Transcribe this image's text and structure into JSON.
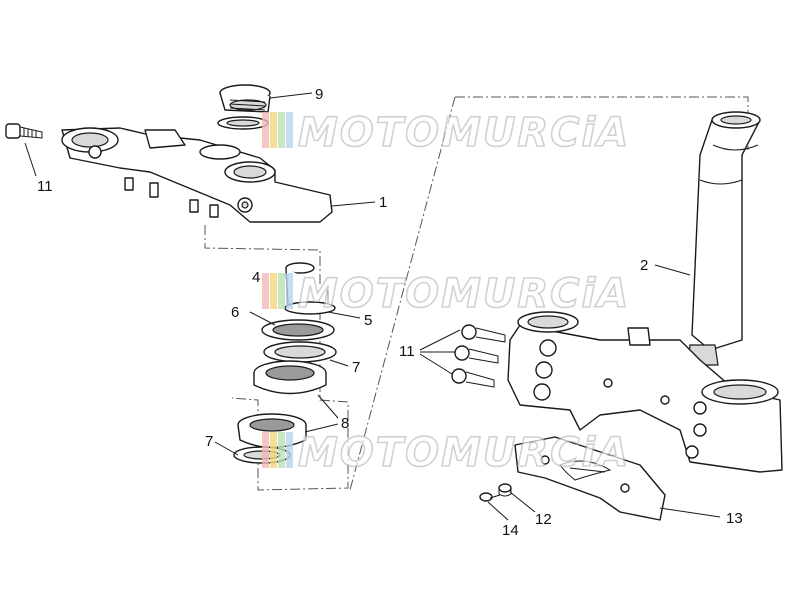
{
  "diagram": {
    "callouts": [
      {
        "id": "c1",
        "label": "1"
      },
      {
        "id": "c2",
        "label": "2"
      },
      {
        "id": "c4",
        "label": "4"
      },
      {
        "id": "c5",
        "label": "5"
      },
      {
        "id": "c6",
        "label": "6"
      },
      {
        "id": "c7a",
        "label": "7"
      },
      {
        "id": "c7b",
        "label": "7"
      },
      {
        "id": "c8",
        "label": "8"
      },
      {
        "id": "c9",
        "label": "9"
      },
      {
        "id": "c11a",
        "label": "11"
      },
      {
        "id": "c11b",
        "label": "11"
      },
      {
        "id": "c12",
        "label": "12"
      },
      {
        "id": "c13",
        "label": "13"
      },
      {
        "id": "c14",
        "label": "14"
      }
    ]
  },
  "watermark": {
    "text": "MOTOMURCiA",
    "stripe_colors": [
      "#f2b8b8",
      "#f5d77a",
      "#b8e0b8",
      "#b8d4f0"
    ]
  }
}
